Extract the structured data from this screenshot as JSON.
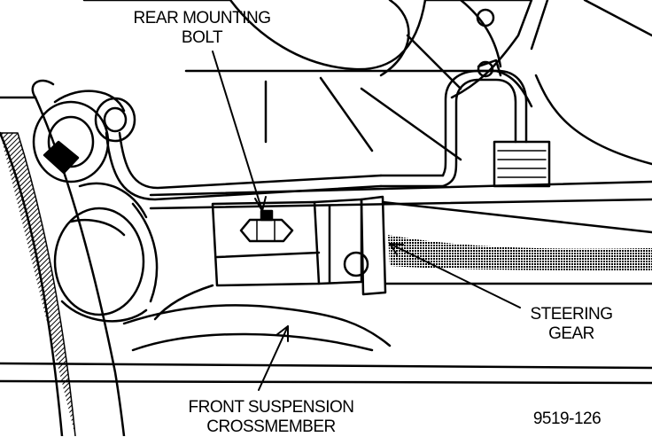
{
  "labels": {
    "rear_mounting_bolt": [
      "REAR MOUNTING",
      "BOLT"
    ],
    "steering_gear": [
      "STEERING",
      "GEAR"
    ],
    "front_suspension_crossmember": [
      "FRONT SUSPENSION",
      "CROSSMEMBER"
    ],
    "figure_number": "9519-126"
  },
  "colors": {
    "ink": "#000000",
    "paper": "#ffffff",
    "shade": "#2a2a2a"
  }
}
